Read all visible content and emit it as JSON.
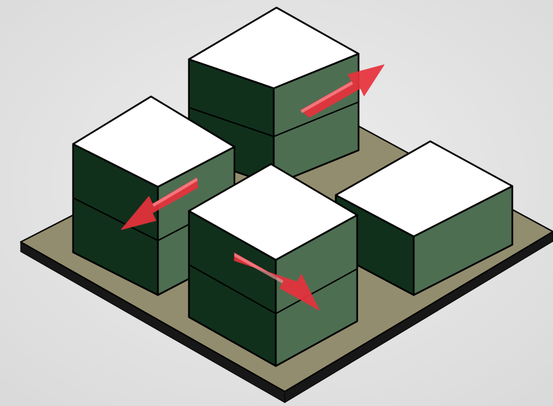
{
  "colors": {
    "background": "#d9d9d9",
    "background_light": "#eeeeee",
    "pallet_top": "#938d6f",
    "pallet_edge": "#171717",
    "box_top": "#ffffff",
    "box_left": "#10301c",
    "box_right": "#4e6e52",
    "arrow": "#e8323c",
    "arrow_highlight": "#ff9aa0",
    "outline": "#000000"
  },
  "diagram": {
    "pallet": {
      "name": "pallet"
    },
    "boxes": [
      {
        "name": "box-back",
        "tiers": 2
      },
      {
        "name": "box-left",
        "tiers": 2
      },
      {
        "name": "box-right",
        "tiers": 1
      },
      {
        "name": "box-front",
        "tiers": 2
      }
    ],
    "arrows": [
      {
        "name": "arrow-up-right",
        "direction": "up-right"
      },
      {
        "name": "arrow-down-left",
        "direction": "down-left"
      },
      {
        "name": "arrow-down-right",
        "direction": "down-right"
      }
    ]
  }
}
